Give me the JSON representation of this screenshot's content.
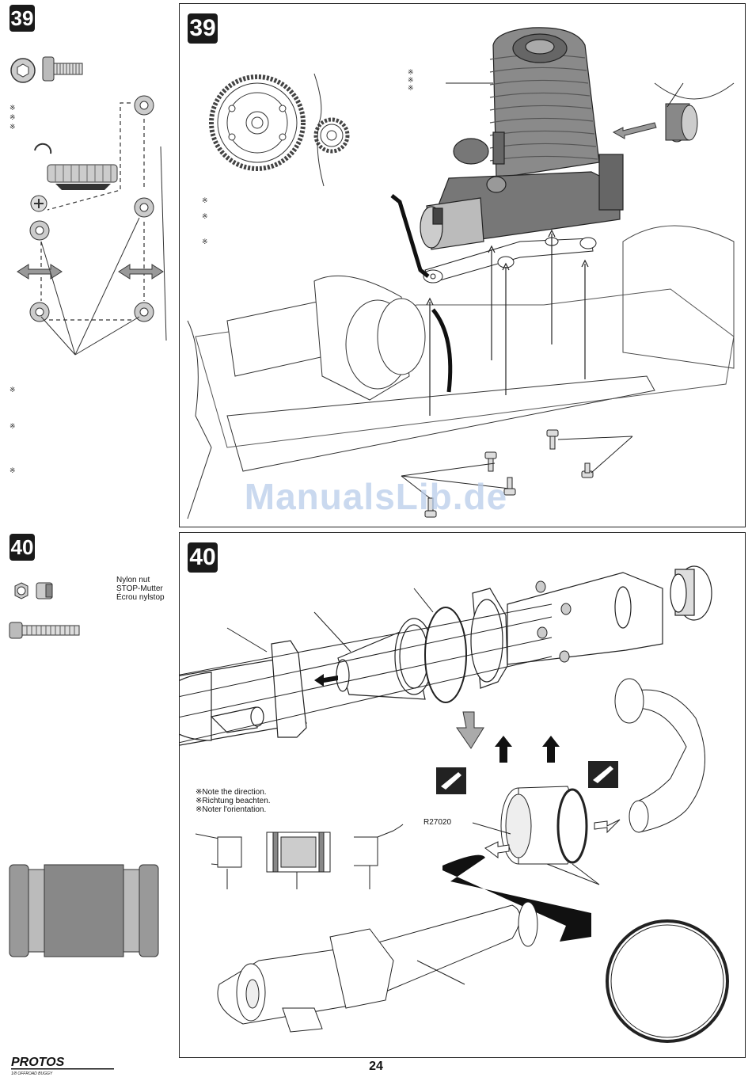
{
  "steps": {
    "step39": {
      "label": "39"
    },
    "step40": {
      "label": "40"
    }
  },
  "step39": {
    "asterisk_note": "※"
  },
  "step40": {
    "nylon_nut_en": "Nylon nut",
    "nylon_nut_de": "STOP-Mutter",
    "nylon_nut_fr": "Écrou nylstop",
    "direction_note_en": "※Note the direction.",
    "direction_note_de": "※Richtung beachten.",
    "direction_note_fr": "※Noter l'orientation.",
    "part_number": "R27020"
  },
  "watermark": "ManualsLib.de",
  "footer": {
    "page_number": "24"
  },
  "icons": [
    "hex-socket-screw-icon",
    "flat-washer-icon",
    "nylon-nut-icon",
    "glue-apply-icon",
    "direction-arrow-icon"
  ]
}
